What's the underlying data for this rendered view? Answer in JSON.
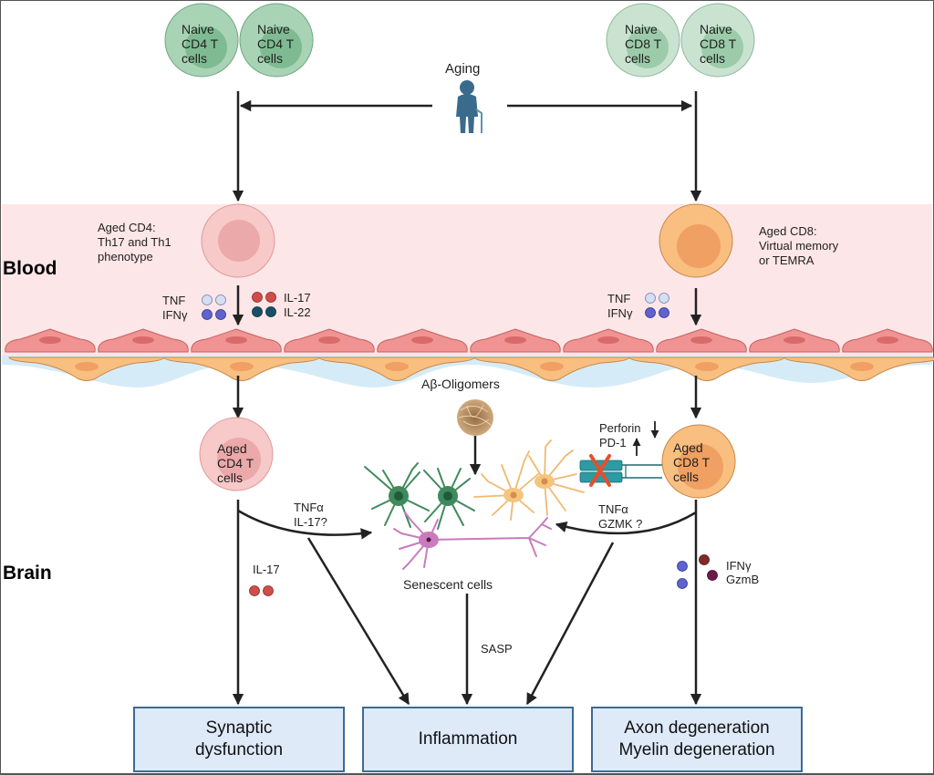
{
  "sections": {
    "blood": "Blood",
    "brain": "Brain"
  },
  "top": {
    "naive_cd4_cells": [
      "Naive\nCD4 T\ncells",
      "Naive\nCD4 T\ncells"
    ],
    "naive_cd8_cells": [
      "Naive\nCD8 T\ncells",
      "Naive\nCD8 T\ncells"
    ],
    "aging_label": "Aging"
  },
  "blood": {
    "aged_cd4_label": "Aged CD4:\nTh17 and Th1\nphenotype",
    "aged_cd8_label": "Aged CD8:\nVirtual memory\nor TEMRA",
    "cd4_cytokines_left": [
      "TNF",
      "IFNγ"
    ],
    "cd4_cytokines_right": [
      "IL-17",
      "IL-22"
    ],
    "cd8_cytokines": [
      "TNF",
      "IFNγ"
    ]
  },
  "brain": {
    "abeta_label": "Aβ-Oligomers",
    "aged_cd4_cells": "Aged\nCD4 T\ncells",
    "aged_cd8_cells": "Aged\nCD8 T\ncells",
    "cd4_to_senescent": "TNFα\nIL-17?",
    "cd8_to_senescent": "TNFα\nGZMK ?",
    "perforin_label": "Perforin",
    "pd1_label": "PD-1",
    "perforin_direction": "down",
    "pd1_direction": "up",
    "il17_label": "IL-17",
    "cd8_effectors": [
      "IFNγ",
      "GzmB"
    ],
    "senescent_label": "Senescent cells",
    "sasp_label": "SASP"
  },
  "outcomes": [
    "Synaptic\ndysfunction",
    "Inflammation",
    "Axon degeneration\nMyelin degeneration"
  ],
  "colors": {
    "blood_band": "#fde6e7",
    "naive_cd4": "#a9d3b5",
    "naive_cd4_nucleus": "#7fbb92",
    "naive_cd8": "#c9e3d0",
    "naive_cd8_nucleus": "#9ccbaa",
    "aged_cd4": "#f7c9c9",
    "aged_cd4_nucleus": "#eba9a9",
    "aged_cd8": "#f8bf80",
    "aged_cd8_nucleus": "#efa062",
    "endothelial": "#f09393",
    "pericyte": "#f8bf80",
    "tnf_dot": "#d5dff2",
    "ifng_dot": "#5e63d0",
    "il17_dot": "#cf4d4a",
    "il22_dot": "#175067",
    "ifng_brain_dot": "#822a2a",
    "gzmb_dot": "#6b1a4d",
    "microglia": "#3f8a5c",
    "astrocyte": "#f4c57f",
    "neuron": "#c97bbd",
    "aging_figure": "#3a6b8c",
    "receptor": "#2e9aa3",
    "block_x": "#e5502b",
    "outcome_fill": "#deeaf8",
    "outcome_border": "#3e6a95"
  }
}
